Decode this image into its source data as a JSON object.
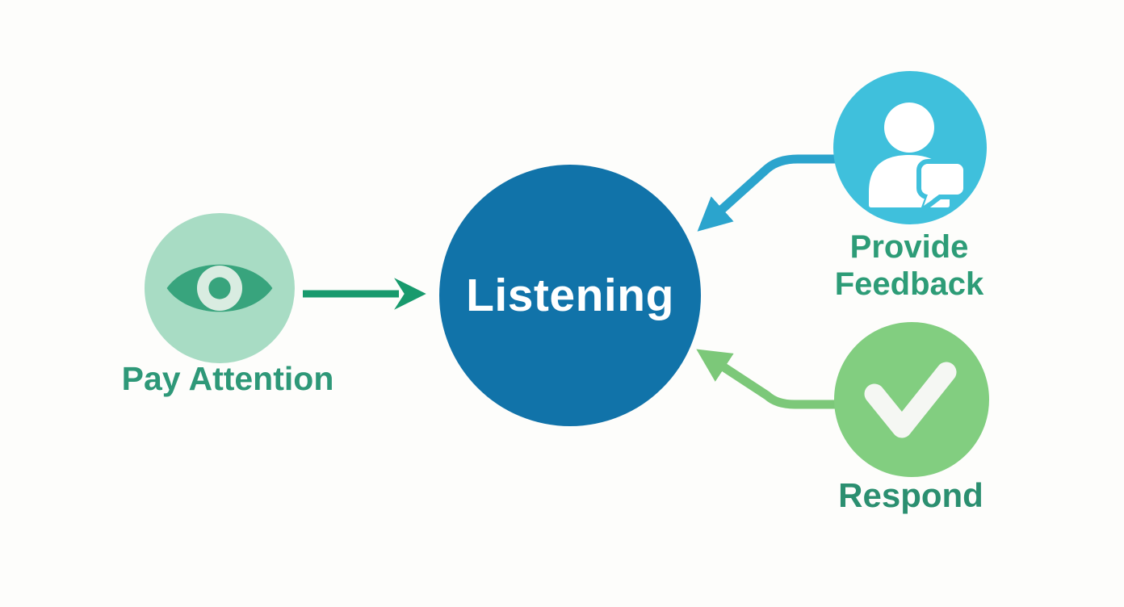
{
  "diagram": {
    "background_color": "#fdfdfb",
    "center": {
      "label": "Listening",
      "circle_color": "#1173a9",
      "label_color": "#ffffff"
    },
    "nodes": [
      {
        "id": "pay-attention",
        "label": "Pay Attention",
        "icon": "eye-icon",
        "circle_color": "#a8dcc4",
        "icon_color": "#38a47d",
        "icon_accent_color": "#d9ece1",
        "label_color": "#2e9878",
        "position": "left"
      },
      {
        "id": "provide-feedback",
        "label": "Provide Feedback",
        "icon": "person-speech-bubble-icon",
        "circle_color": "#3fc0dc",
        "icon_color": "#ffffff",
        "label_color": "#2d9c77",
        "position": "top-right"
      },
      {
        "id": "respond",
        "label": "Respond",
        "icon": "checkmark-icon",
        "circle_color": "#82ce80",
        "icon_color": "#f5f7f3",
        "label_color": "#2b8f70",
        "position": "bottom-right"
      }
    ],
    "arrows": [
      {
        "from": "pay-attention",
        "to": "listening",
        "color": "#189a6d",
        "shape": "straight-right"
      },
      {
        "from": "provide-feedback",
        "to": "listening",
        "color": "#2ba4cd",
        "shape": "elbow-down-left"
      },
      {
        "from": "respond",
        "to": "listening",
        "color": "#7cc879",
        "shape": "elbow-up-left"
      }
    ]
  }
}
